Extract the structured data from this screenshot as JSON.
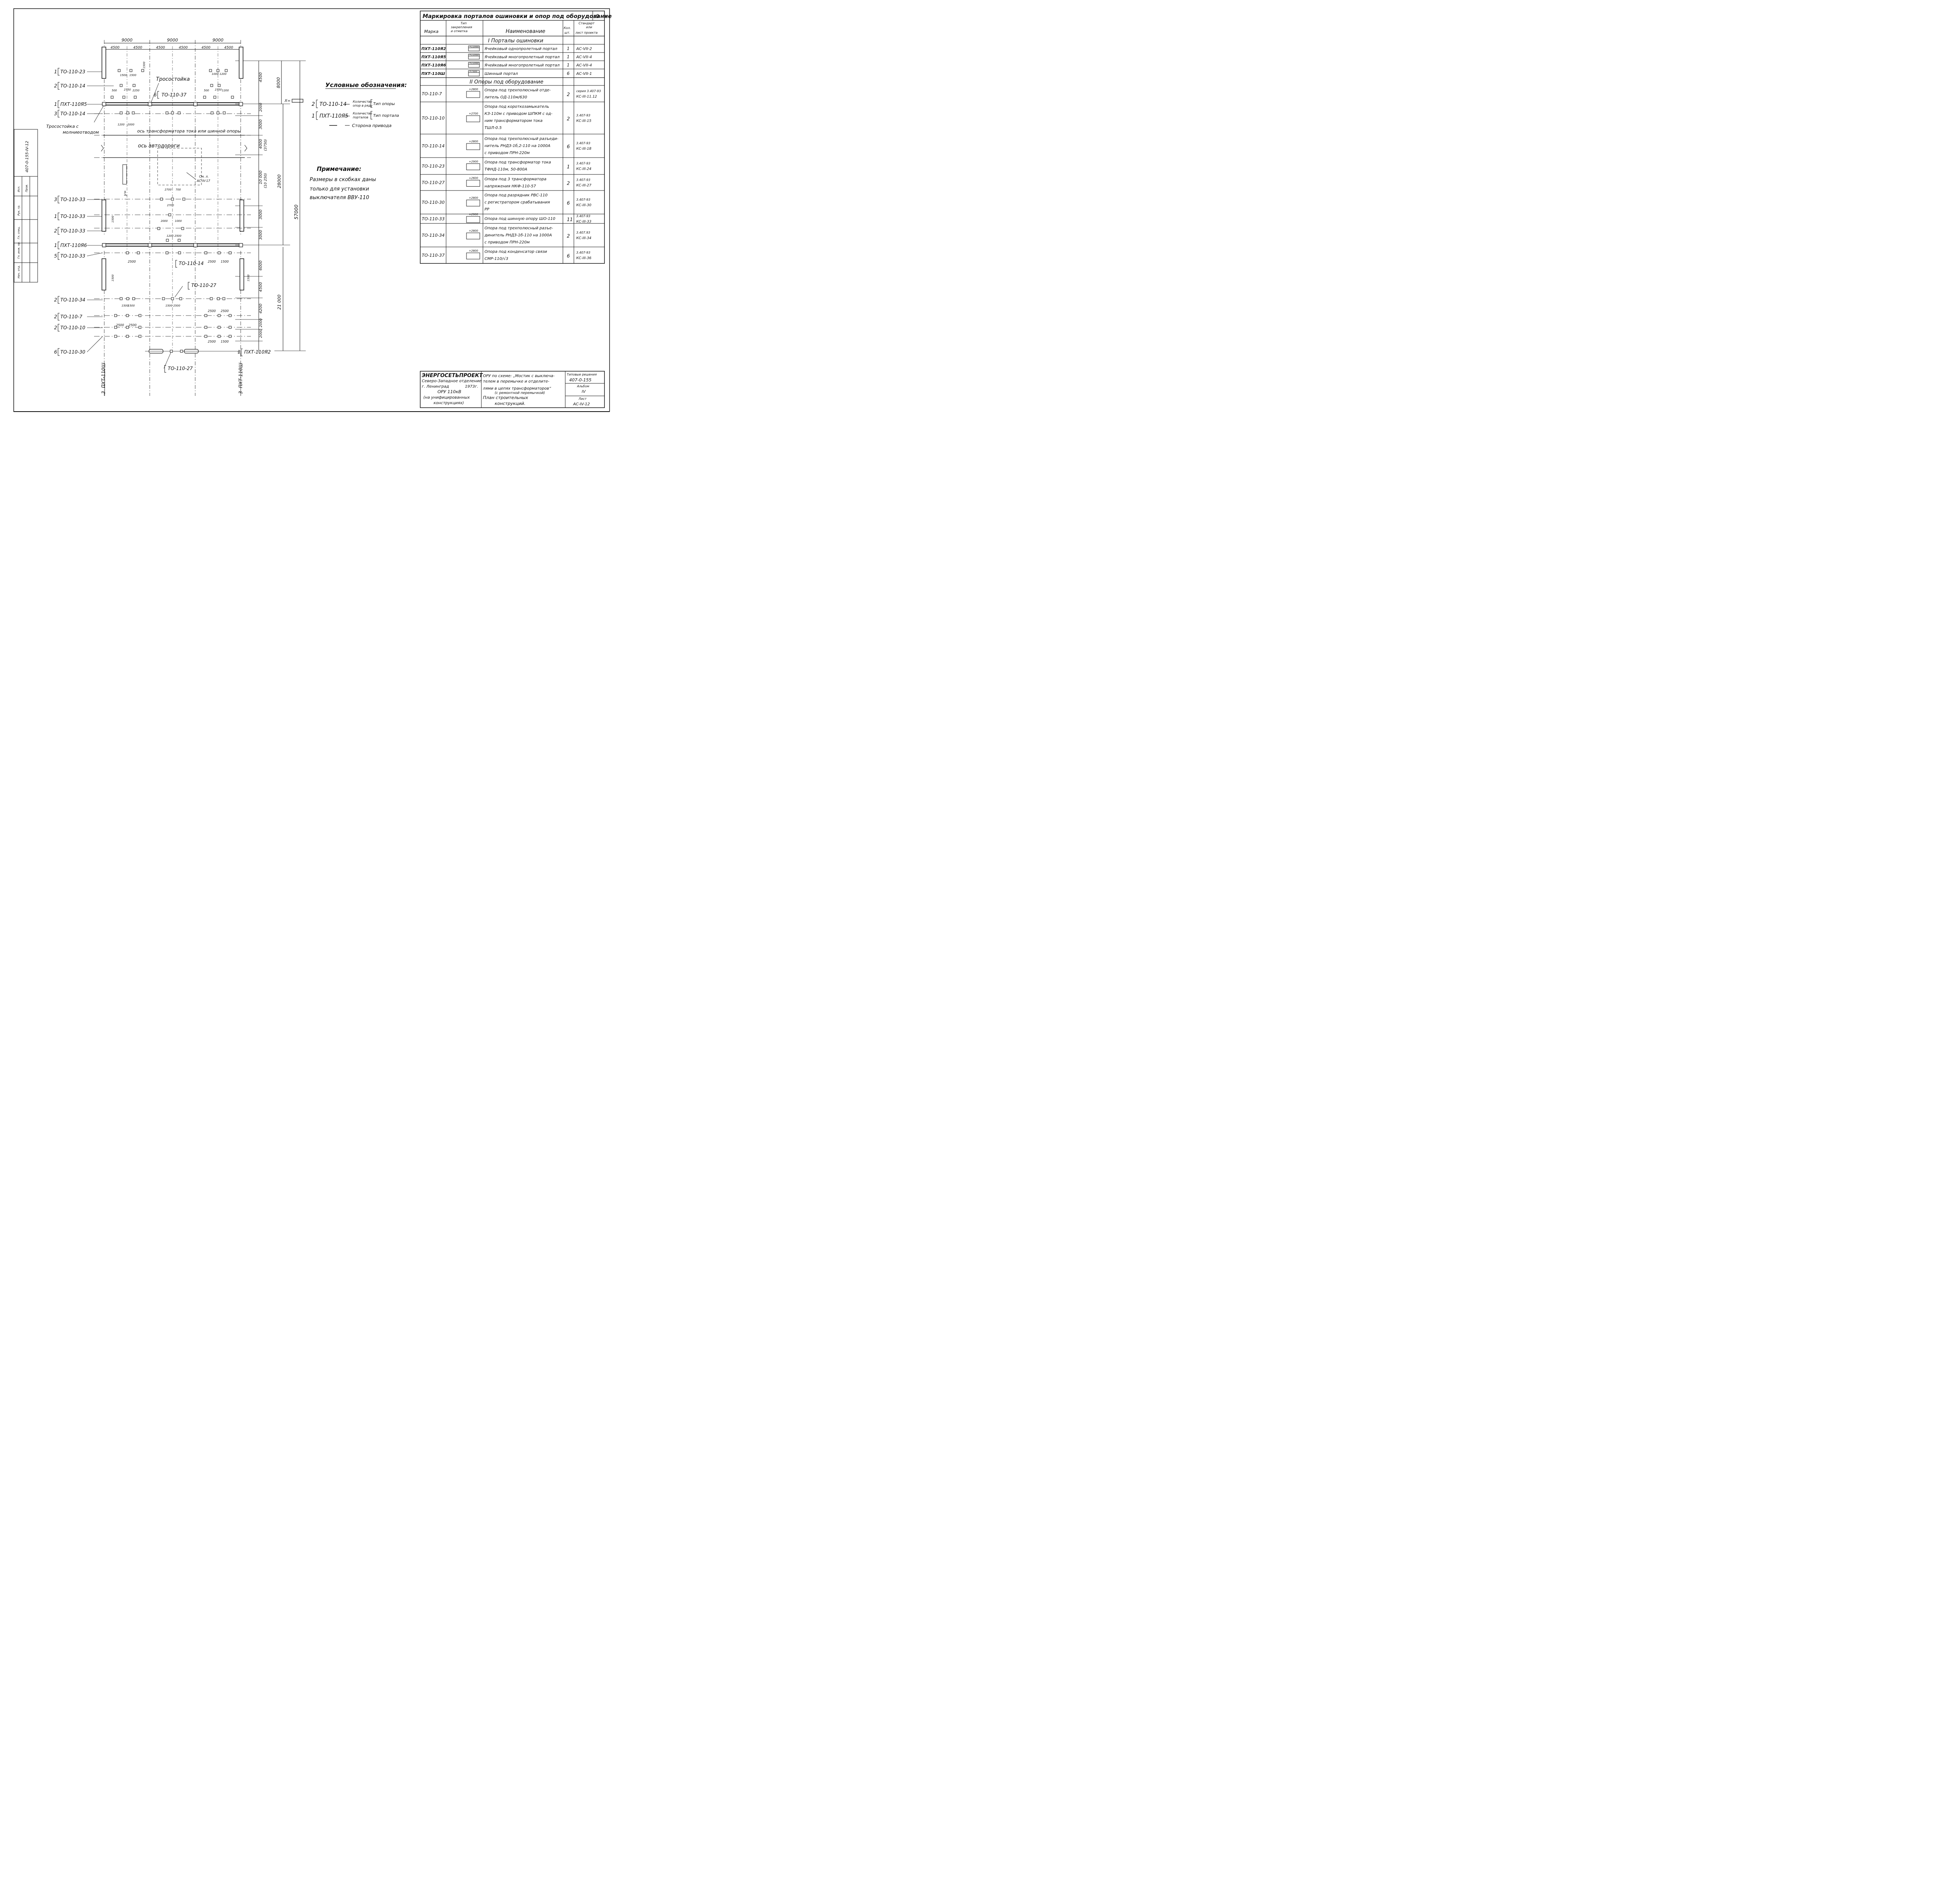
{
  "drawing": {
    "top_dims": [
      "9000",
      "9000",
      "9000"
    ],
    "sub_dims": [
      "4500",
      "4500",
      "4500",
      "4500",
      "4500",
      "4500"
    ],
    "right_dims": [
      "4500",
      "2000",
      "3000",
      "4000",
      "10 000",
      "3000",
      "3000",
      "6000",
      "4500",
      "4200",
      "2000",
      "2000"
    ],
    "right_dims_alt": [
      "(3750)",
      "(10 250)"
    ],
    "total_dims": [
      "8000",
      "28000",
      "57000",
      "21 000"
    ],
    "small_dims": [
      "1500",
      "1500",
      "1500",
      "1000",
      "1200",
      "2250",
      "500",
      "2750",
      "2250",
      "500",
      "2750",
      "1200",
      "1200",
      "2000",
      "2700",
      "700",
      "2700",
      "2000",
      "1000",
      "1200",
      "2500",
      "2500",
      "2500",
      "1500",
      "1500",
      "2500",
      "2500",
      "2500",
      "2500",
      "2500",
      "2500",
      "1500",
      "1500",
      "1500",
      "1500",
      "1500",
      "1500"
    ],
    "left_labels": [
      {
        "num": "1",
        "mark": "ТО-110-23"
      },
      {
        "num": "2",
        "mark": "ТО-110-14"
      },
      {
        "num": "1",
        "mark": "ПХТ-110Я5"
      },
      {
        "num": "3",
        "mark": "ТО-110-14"
      },
      {
        "num": "3",
        "mark": "ТО-110-33"
      },
      {
        "num": "1",
        "mark": "ТО-110-33"
      },
      {
        "num": "2",
        "mark": "ТО-110-33"
      },
      {
        "num": "1",
        "mark": "ПХТ-110Я6"
      },
      {
        "num": "5",
        "mark": "ТО-110-33"
      },
      {
        "num": "2",
        "mark": "ТО-110-34"
      },
      {
        "num": "2",
        "mark": "ТО-110-7"
      },
      {
        "num": "2",
        "mark": "ТО-110-10"
      },
      {
        "num": "6",
        "mark": "ТО-110-30"
      }
    ],
    "inline_labels": {
      "trosostoika": "Тросостойка",
      "trosostoika_ml1": "Тросостойка с",
      "trosostoika_ml2": "молниеотводом",
      "to37_num": "6",
      "to37": "ТО-110-37",
      "axis1": "ось трансформатора тока или шинной опоры",
      "axis2": "ось автодороги",
      "cm": "См. л.",
      "cm2": "АС-IV-17",
      "to14_num": "",
      "to14": "ТО-110-14",
      "to27": "ТО-110-27",
      "to27b": "ТО-110-27",
      "pxt2_num": "1",
      "pxt2": "ПХТ-110Я2",
      "bottom1_num": "3",
      "bottom1": "ПХТ-110Ш",
      "bottom2_num": "3",
      "bottom2": "ПХТ-110Ш",
      "x_label": "X=",
      "y_label": "y="
    }
  },
  "legend": {
    "title": "Условные обозначения:",
    "row1_num": "2",
    "row1_mark": "ТО-110-14",
    "row1_desc1": "Количество",
    "row1_desc2": "опор в ряду",
    "row1_type": "Тип опоры",
    "row2_num": "1",
    "row2_mark": "ПХТ-110Я5",
    "row2_desc1": "Количество",
    "row2_desc2": "порталов",
    "row2_type": "Тип портала",
    "row3": "Сторона привода"
  },
  "note": {
    "title": "Примечание:",
    "lines": [
      "Размеры в скобках даны",
      "только для установки",
      "выключателя ВВУ-110"
    ]
  },
  "spec_table": {
    "title": "Маркировка порталов ошиновки и опор под оборудование",
    "sheet": "9",
    "headers": {
      "mark": "Марка",
      "type1": "Тип",
      "type2": "закрепления",
      "type3": "и отметка",
      "name": "Наименование",
      "qty1": "Кол.",
      "qty2": "шт.",
      "std1": "Стандарт",
      "std2": "или",
      "std3": "лист проекта"
    },
    "section1": "I Порталы ошиновки",
    "section2": "II Опоры под оборудование",
    "portal_rows": [
      {
        "mark": "ПХТ-110Я2",
        "elev": "+11000",
        "name": "Ячейковый однопролетный портал",
        "qty": "1",
        "ref": "АС-VII-2"
      },
      {
        "mark": "ПХТ-110Я5",
        "elev": "+11000",
        "name": "Ячейковый многопролетный портал",
        "qty": "1",
        "ref": "АС-VII-4"
      },
      {
        "mark": "ПХТ-110Я6",
        "elev": "+11000",
        "name": "Ячейковый многопролетный портал",
        "qty": "1",
        "ref": "АС-VII-4"
      },
      {
        "mark": "ПХТ-110Ш",
        "elev": "+7500",
        "name": "Шинный портал",
        "qty": "6",
        "ref": "АС-VII-1"
      }
    ],
    "support_rows": [
      {
        "mark": "ТО-110-7",
        "elev": "+2800",
        "name": [
          "Опора под трехполюсный отде-",
          "литель ОД-110м/630"
        ],
        "qty": "2",
        "ref": [
          "серия 3.407-93",
          "КС-III-11.12"
        ]
      },
      {
        "mark": "ТО-110-10",
        "elev": "+2700",
        "name": [
          "Опора под короткозамыкатель",
          "КЗ-110м с приводом ШПКМ с од-",
          "ним трансформатором тока",
          "ТШЛ-0.5"
        ],
        "qty": "2",
        "ref": [
          "3.407-93",
          "КС-III-15"
        ]
      },
      {
        "mark": "ТО-110-14",
        "elev": "+2800",
        "name": [
          "Опора под трехполюсный разъеди-",
          "нитель РНДЗ-1б,2-110 на 1000А",
          "с приводом ПРН-220м"
        ],
        "qty": "6",
        "ref": [
          "3.407-93",
          "КС-III-18"
        ]
      },
      {
        "mark": "ТО-110-23",
        "elev": "+2900",
        "name": [
          "Опора под трансформатор тока",
          "ТФНД-110м, 50-800А"
        ],
        "qty": "1",
        "ref": [
          "3.407-93",
          "КС-III-24"
        ]
      },
      {
        "mark": "ТО-110-27",
        "elev": "+2600",
        "name": [
          "Опора под 3 трансформатора",
          "напряжения НКФ-110-57"
        ],
        "qty": "2",
        "ref": [
          "3.407-93",
          "КС-III-27"
        ]
      },
      {
        "mark": "ТО-110-30",
        "elev": "+2800",
        "name": [
          "Опора под разрядник РВС-110",
          "с регистратором срабатывания",
          "РР"
        ],
        "qty": "6",
        "ref": [
          "3.407-93",
          "КС-III-30"
        ]
      },
      {
        "mark": "ТО-110-33",
        "elev": "+2900",
        "name": [
          "Опора под шинную опору ШО-110"
        ],
        "qty": "11",
        "ref": [
          "3.407-93",
          "КС-III-33"
        ]
      },
      {
        "mark": "ТО-110-34",
        "elev": "+2800",
        "name": [
          "Опора под трехполюсный разъе-",
          "динитель РНДЗ-1б-110 на 1000А",
          "с приводом ПРН-220м"
        ],
        "qty": "2",
        "ref": [
          "3.407.93",
          "КС-III-34"
        ]
      },
      {
        "mark": "ТО-110-37",
        "elev": "+2800",
        "name": [
          "Опора под конденсатор связи",
          "СМР-110/√3"
        ],
        "qty": "6",
        "ref": [
          "3.407-93",
          "КС-III-36"
        ]
      }
    ]
  },
  "title_block": {
    "org1": "ЭНЕРГОСЕТЬПРОЕКТ",
    "org2": "Северо-Западное отделение",
    "city": "г. Ленинград",
    "year": "1973г.",
    "proj1": "ОРУ 110кВ",
    "proj2": "(на унифицированных",
    "proj3": "конструкциях)",
    "desc1": "ОРУ по схеме: „Мостик с выключа-",
    "desc2": "телем в перемычке и отделите-",
    "desc3": "лями в цепях трансформаторов“",
    "desc4": "(с ремонтной перемычкой)",
    "desc5": "План строительных",
    "desc6": "конструкций.",
    "tr_label": "Типовые решения",
    "tr_num": "407-0-155",
    "album_label": "Альбом",
    "album": "IV",
    "sheet_label": "Лист",
    "sheet": "АС-IV-12"
  },
  "side_stamp": {
    "code": "407-0-155-IV-12",
    "cells": [
      "Нач. отд.",
      "Гл. инж. пр.",
      "Гл. спец.",
      "Рук. гр.",
      "Исп.",
      "Пров."
    ]
  }
}
